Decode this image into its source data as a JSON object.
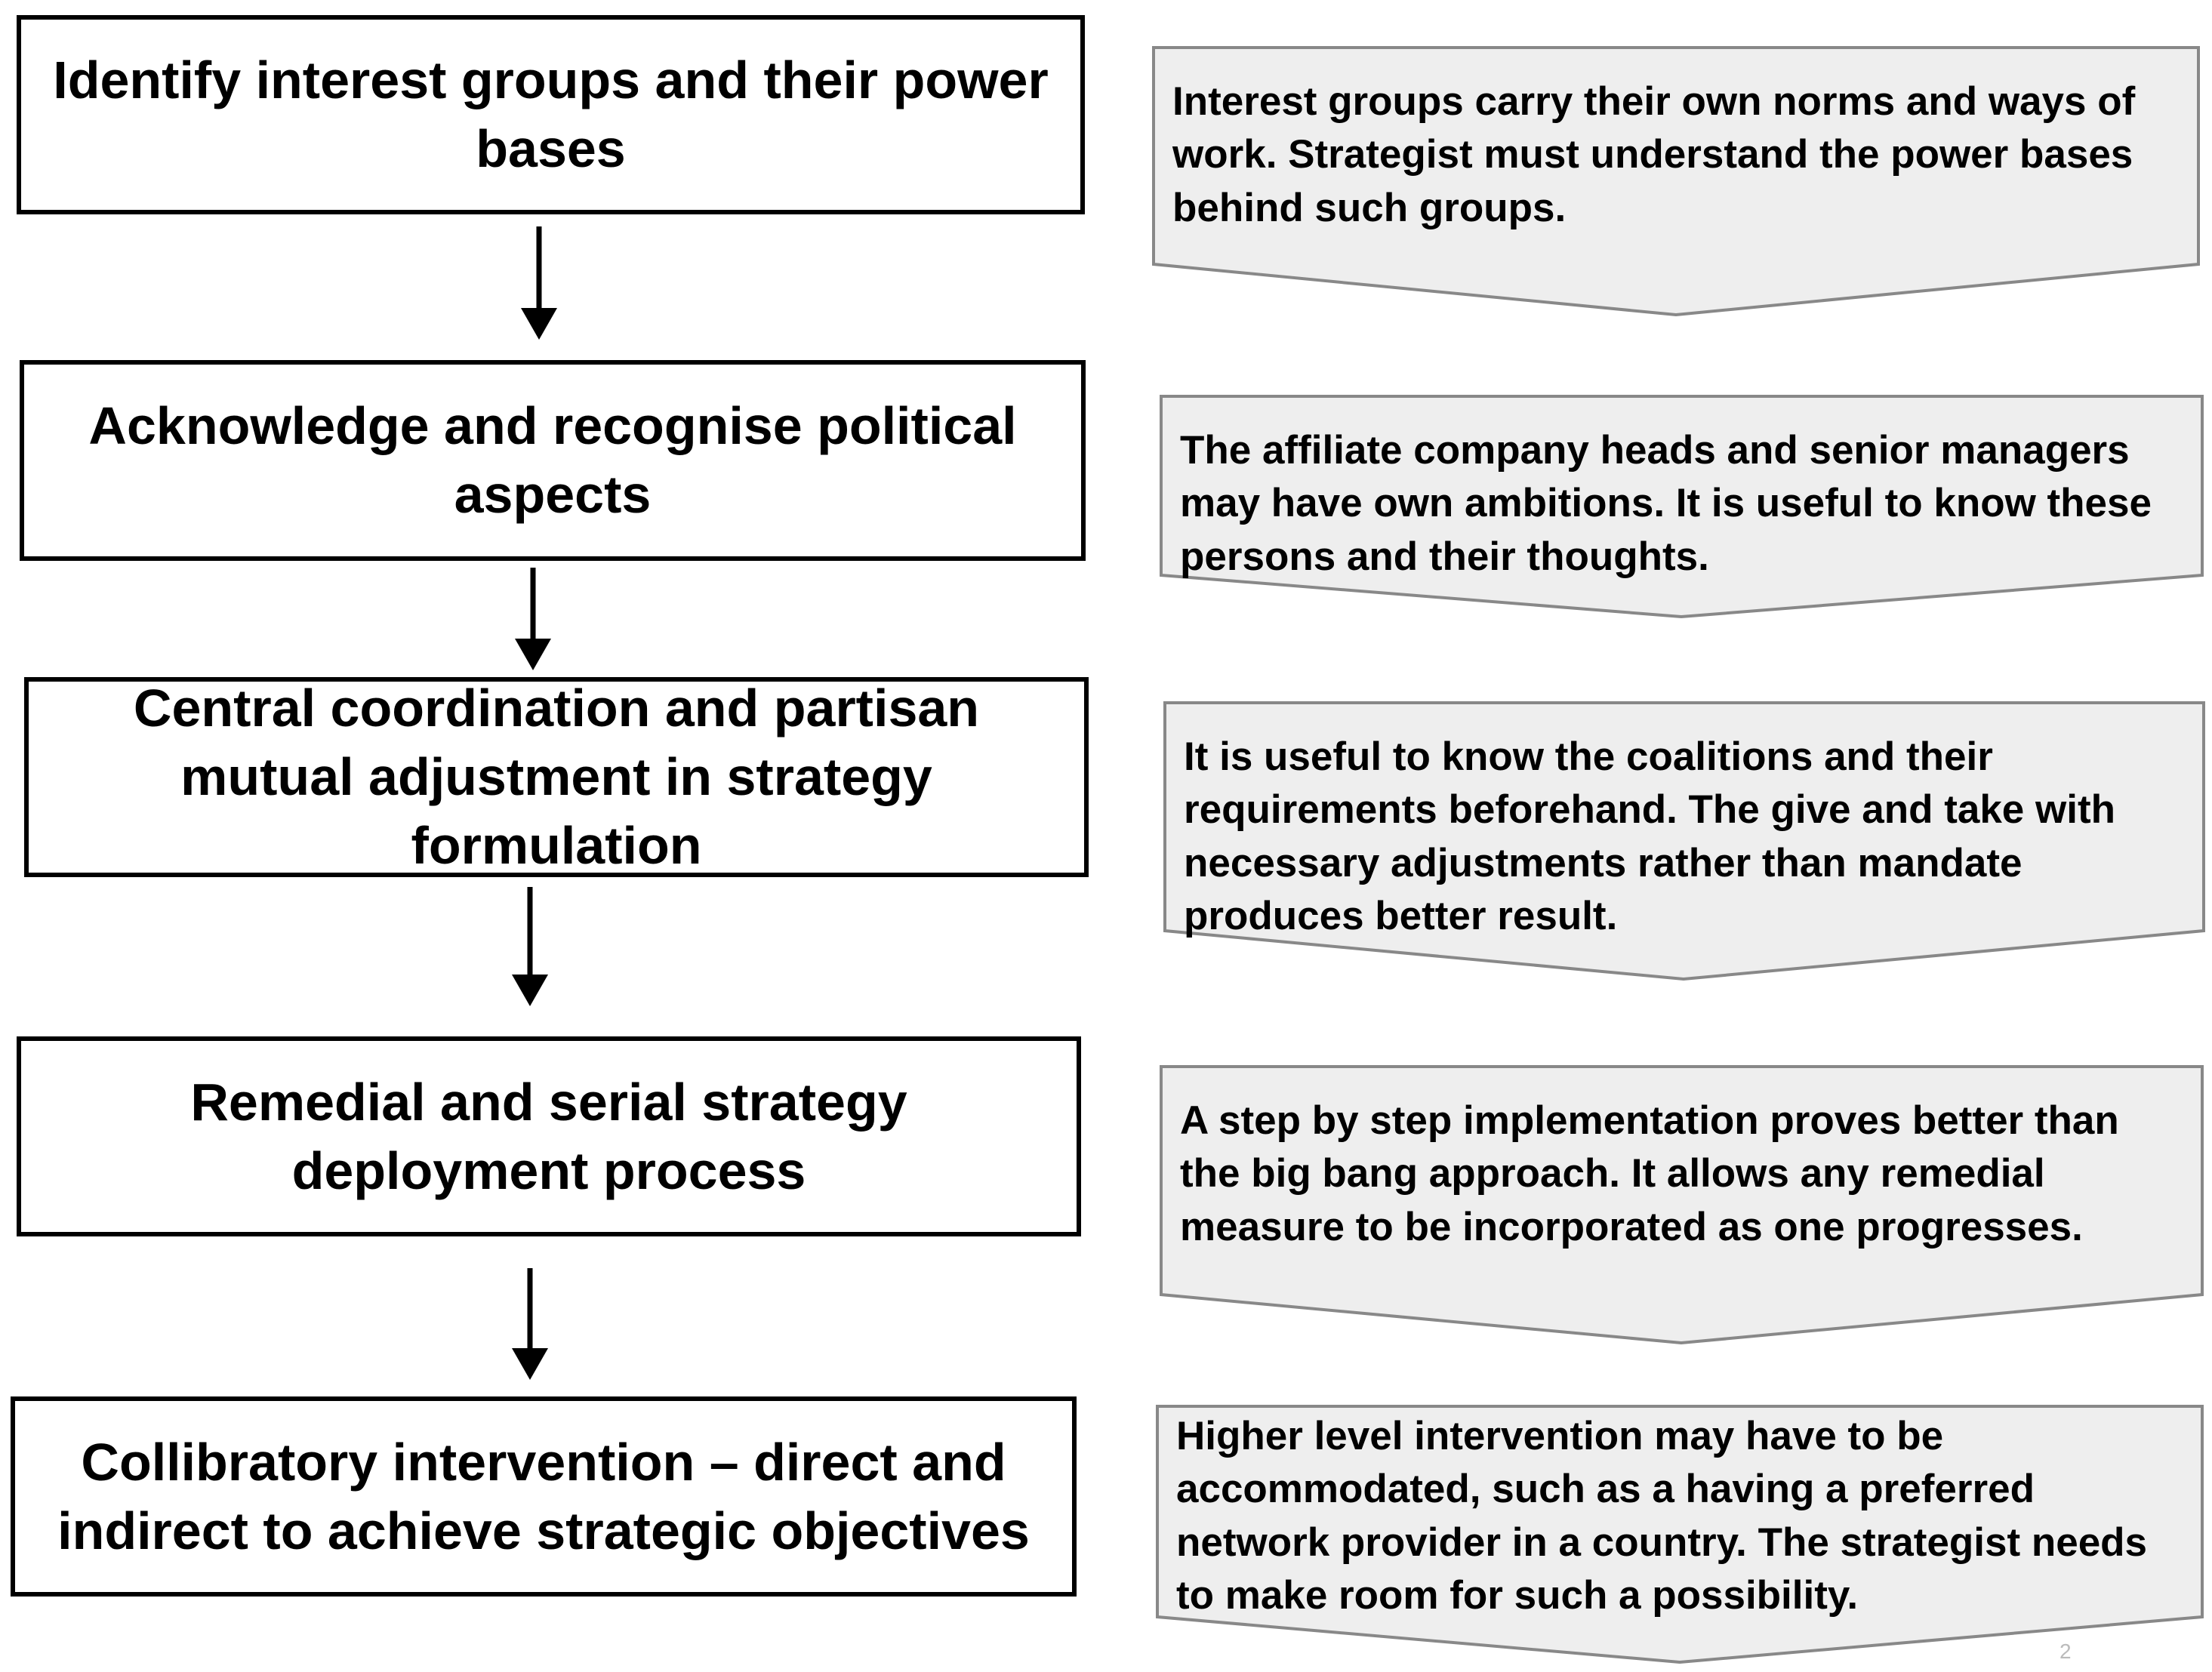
{
  "steps": [
    {
      "label": "Identify interest groups and their power bases"
    },
    {
      "label": "Acknowledge and recognise political aspects"
    },
    {
      "label": "Central coordination and partisan mutual adjustment in strategy formulation"
    },
    {
      "label": "Remedial and serial strategy deployment process"
    },
    {
      "label": "Collibratory intervention – direct and indirect to achieve strategic objectives"
    }
  ],
  "notes": [
    {
      "text": "Interest groups carry their own norms and ways of work. Strategist must understand the power bases behind such groups."
    },
    {
      "text": "The affiliate company heads and senior managers may have own ambitions. It is useful to know these persons and their thoughts."
    },
    {
      "text": "It is useful to know the coalitions and their requirements beforehand. The give and take with necessary adjustments rather than mandate produces better result."
    },
    {
      "text": "A step by step implementation proves better than the big bang approach. It allows any remedial measure to be incorporated as one progresses."
    },
    {
      "text": "Higher level intervention may have to be accommodated, such as a having a preferred network provider in a country. The strategist needs to make room for such a possibility."
    }
  ],
  "page_number": "2",
  "colors": {
    "note_fill": "#eeeeee",
    "note_stroke": "#888888",
    "box_border": "#000000"
  }
}
